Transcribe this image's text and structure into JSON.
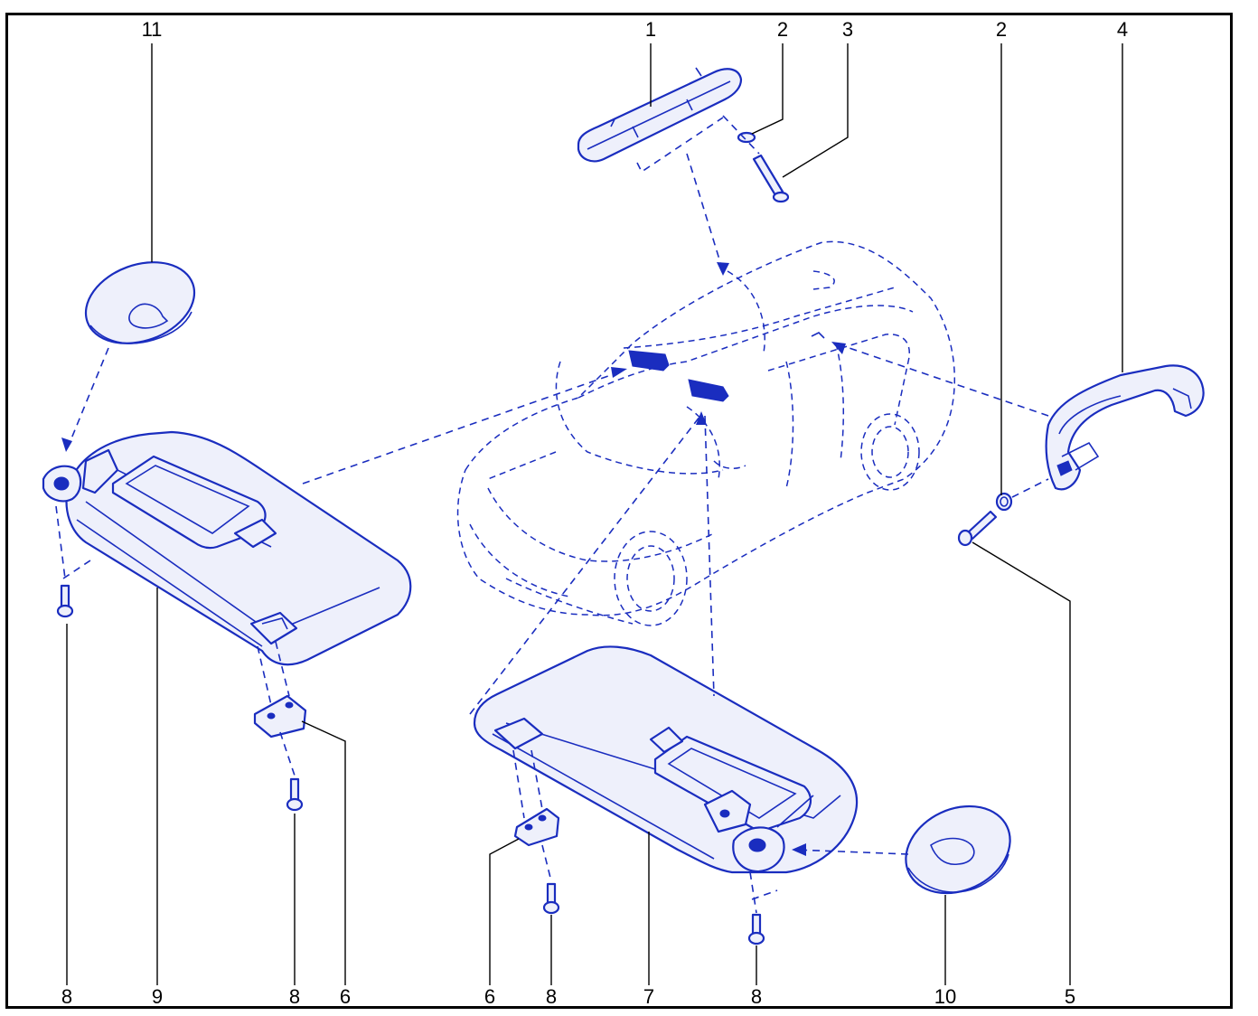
{
  "diagram": {
    "line_color": "#1a2dbf",
    "fill_color": "#eef0fb",
    "dark_fill": "#1a2dbf",
    "leader_color": "#000000"
  },
  "callouts": [
    {
      "id": "c1",
      "text": "1"
    },
    {
      "id": "c2a",
      "text": "2"
    },
    {
      "id": "c3",
      "text": "3"
    },
    {
      "id": "c2b",
      "text": "2"
    },
    {
      "id": "c4",
      "text": "4"
    },
    {
      "id": "c11",
      "text": "11"
    },
    {
      "id": "c8a",
      "text": "8"
    },
    {
      "id": "c9",
      "text": "9"
    },
    {
      "id": "c8b",
      "text": "8"
    },
    {
      "id": "c6a",
      "text": "6"
    },
    {
      "id": "c6b",
      "text": "6"
    },
    {
      "id": "c8c",
      "text": "8"
    },
    {
      "id": "c7",
      "text": "7"
    },
    {
      "id": "c8d",
      "text": "8"
    },
    {
      "id": "c10",
      "text": "10"
    },
    {
      "id": "c5",
      "text": "5"
    }
  ]
}
